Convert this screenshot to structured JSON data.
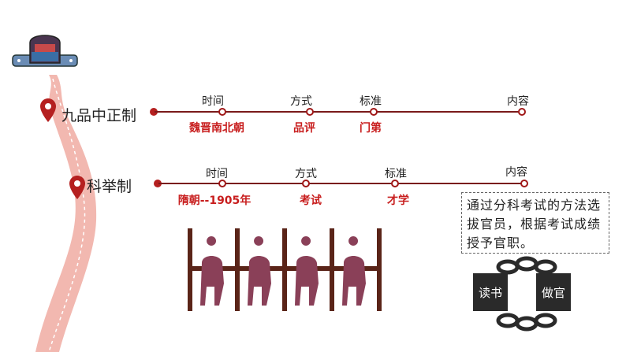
{
  "colors": {
    "accent": "#c81e1e",
    "line": "#7a1a1a",
    "road": "#f2b8b0",
    "pin": "#b52020",
    "chain": "#2a2a2a"
  },
  "systems": [
    {
      "title": "九品中正制",
      "labels": [
        "时间",
        "方式",
        "标准",
        "内容"
      ],
      "values": [
        "魏晋南北朝",
        "品评",
        "门第"
      ]
    },
    {
      "title": "科举制",
      "labels": [
        "时间",
        "方式",
        "标准",
        "内容"
      ],
      "values": [
        "隋朝--1905年",
        "考试",
        "才学"
      ]
    }
  ],
  "content_box": {
    "text": "通过分科考试的方法选拔官员，根据考试成绩授予官职。"
  },
  "chain": {
    "left": "读书",
    "right": "做官"
  },
  "icons": [
    "map-pin-icon",
    "official-hat-icon",
    "chain-link-icon"
  ]
}
